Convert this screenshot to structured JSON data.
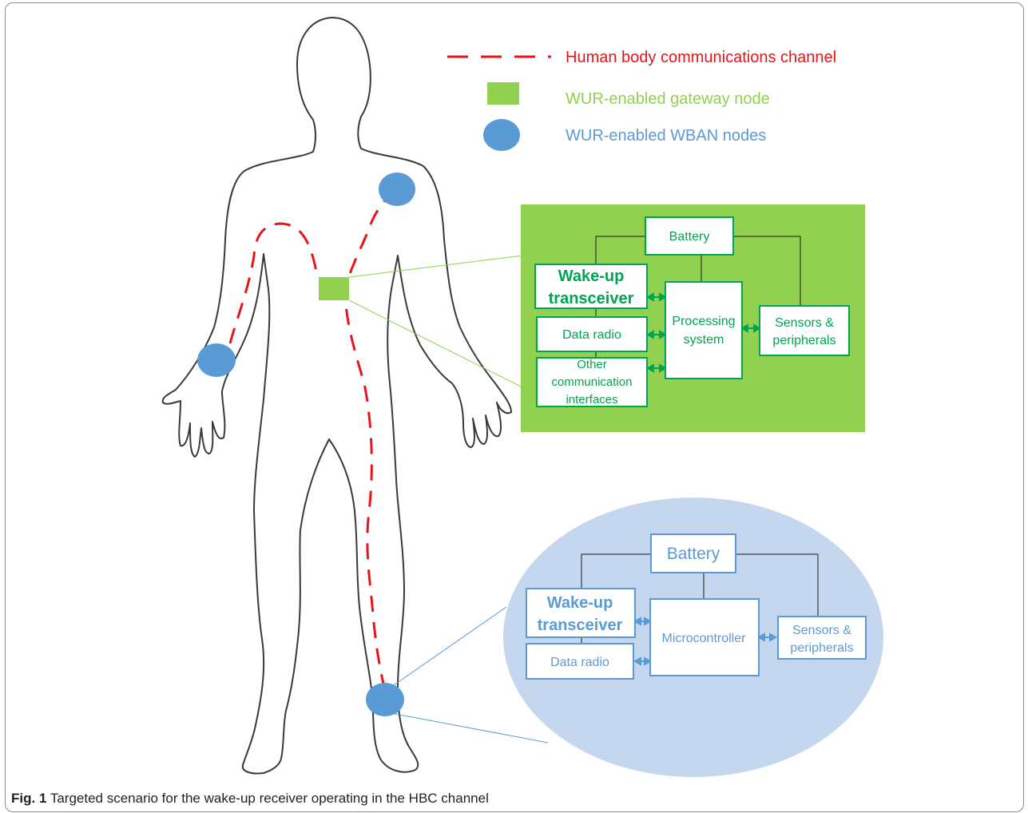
{
  "legend": {
    "hbc_channel": "Human body communications channel",
    "gateway_node": "WUR-enabled gateway node",
    "wban_nodes": "WUR-enabled WBAN nodes"
  },
  "gateway_block": {
    "battery": "Battery",
    "wakeup_line1": "Wake-up",
    "wakeup_line2": "transceiver",
    "data_radio": "Data radio",
    "other_line1": "Other",
    "other_line2": "communication",
    "other_line3": "interfaces",
    "processing_line1": "Processing",
    "processing_line2": "system",
    "sensors_line1": "Sensors &",
    "sensors_line2": "peripherals"
  },
  "wban_block": {
    "battery": "Battery",
    "wakeup_line1": "Wake-up",
    "wakeup_line2": "transceiver",
    "data_radio": "Data radio",
    "microcontroller": "Microcontroller",
    "sensors_line1": "Sensors &",
    "sensors_line2": "peripherals"
  },
  "caption": {
    "label": "Fig. 1",
    "text": " Targeted scenario for the wake-up receiver operating in the HBC channel"
  },
  "colors": {
    "red": "#e8141b",
    "green": "#92d050",
    "green_dark": "#00a550",
    "blue": "#5b9bd5",
    "blue_light": "#c5d7ef"
  }
}
